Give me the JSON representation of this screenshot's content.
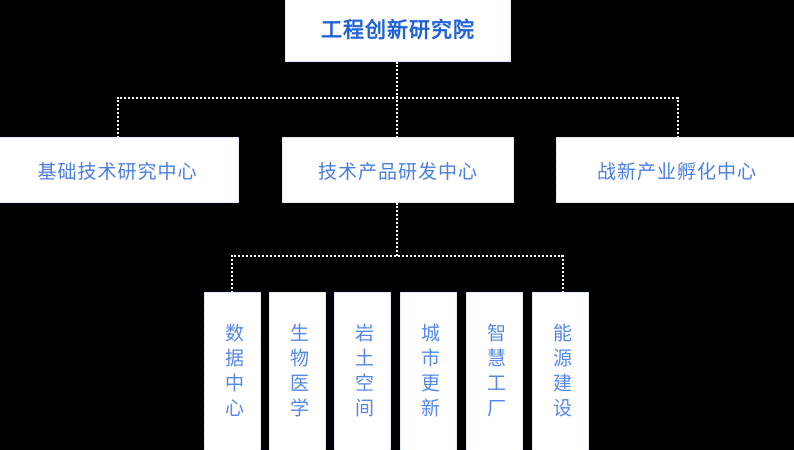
{
  "diagram": {
    "type": "org-chart",
    "background_color": "#000000",
    "box_background_color": "#ffffff",
    "box_border_color": "#c9d6f2",
    "connector_color": "#ffffff",
    "root": {
      "label": "工程创新研究院",
      "text_color": "#1f63d6"
    },
    "level2": {
      "text_color": "#4a7fe0",
      "items": [
        {
          "label": "基础技术研究中心"
        },
        {
          "label": "技术产品研发中心"
        },
        {
          "label": "战新产业孵化中心"
        }
      ]
    },
    "level3": {
      "parent": "技术产品研发中心",
      "text_color": "#5588e8",
      "orientation": "vertical",
      "items": [
        {
          "label": "数据中心"
        },
        {
          "label": "生物医学"
        },
        {
          "label": "岩土空间"
        },
        {
          "label": "城市更新"
        },
        {
          "label": "智慧工厂"
        },
        {
          "label": "能源建设"
        }
      ]
    }
  }
}
